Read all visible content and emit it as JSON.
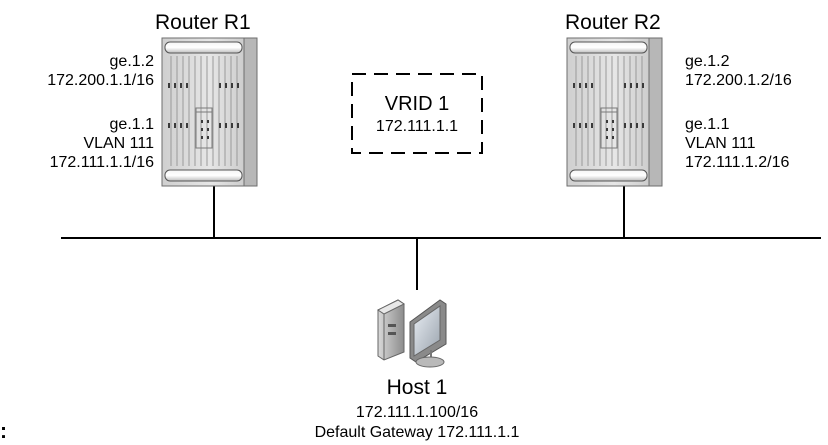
{
  "routers": [
    {
      "name": "Router R1",
      "upper_port": "ge.1.2",
      "upper_ip": "172.200.1.1/16",
      "lower_port": "ge.1.1",
      "lower_vlan": "VLAN 111",
      "lower_ip": "172.111.1.1/16"
    },
    {
      "name": "Router R2",
      "upper_port": "ge.1.2",
      "upper_ip": "172.200.1.2/16",
      "lower_port": "ge.1.1",
      "lower_vlan": "VLAN 111",
      "lower_ip": "172.111.1.2/16"
    }
  ],
  "vrid": {
    "label": "VRID 1",
    "address": "172.111.1.1"
  },
  "host": {
    "name": "Host 1",
    "ip": "172.111.1.100/16",
    "gateway": "Default Gateway 172.111.1.1"
  },
  "stray_mark": ":"
}
